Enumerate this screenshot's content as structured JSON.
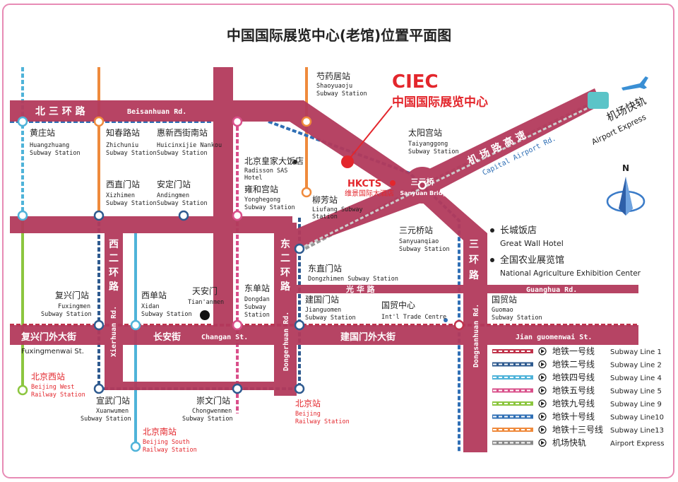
{
  "title": "中国国际展览中心(老馆)位置平面图",
  "ciec": {
    "abbr": "CIEC",
    "name": "中国国际展览中心"
  },
  "hkcts": {
    "abbr": "HKCTS",
    "name": "维景国际大酒店"
  },
  "roads": {
    "north_3rd_cn": "北 三 环 路",
    "north_3rd_en": "Beisanhuan Rd.",
    "west_2nd_cn": [
      "西",
      "二",
      "环",
      "路"
    ],
    "west_2nd_en": "Xierhuan Rd.",
    "east_2nd_cn": [
      "东",
      "二",
      "环",
      "路"
    ],
    "east_2nd_en": "Dongerhuan Rd.",
    "east_3rd_cn": [
      "三",
      "环",
      "路"
    ],
    "east_3rd_en": "Dongsanhuan Rd.",
    "airport_expwy_cn": "机 场 路 高 速",
    "airport_expwy_en": "Capital Airport Rd.",
    "guanghua_cn": "光 华 路",
    "guanghua_en": "Guanghua Rd.",
    "changan_cn": "长安街",
    "changan_en": "Changan St.",
    "fuxingmenwai_cn": "复兴门外大街",
    "fuxingmenwai_en": "Fuxingmenwai St.",
    "jianguomenwai_cn": "建国门外大街",
    "jianguomenwai_en": "Jian guomenwai St.",
    "sanyuan_bridge_cn": "三元桥",
    "sanyuan_bridge_en": "Sanyuan Bridge",
    "airport_express_cn": "机场快轨",
    "airport_express_en": "Airport Express"
  },
  "stations": [
    {
      "cn": "芍药居站",
      "en1": "Shaoyuaoju",
      "en2": "Subway Station"
    },
    {
      "cn": "黄庄站",
      "en1": "Huangzhuang",
      "en2": "Subway Station"
    },
    {
      "cn": "知春路站",
      "en1": "Zhichuniu",
      "en2": "Subway Station"
    },
    {
      "cn": "惠新西街南站",
      "en1": "Huicinxijie Nankou",
      "en2": "Subway Station"
    },
    {
      "cn": "太阳宫站",
      "en1": "Taiyanggong",
      "en2": "Subway Station"
    },
    {
      "cn": "北京皇家大饭店",
      "en1": "Radisson SAS",
      "en2": "Hotel"
    },
    {
      "cn": "雍和宫站",
      "en1": "Yonghegong",
      "en2": "Subway Station"
    },
    {
      "cn": "西直门站",
      "en1": "Xizhimen",
      "en2": "Subway Station"
    },
    {
      "cn": "安定门站",
      "en1": "Andingmen",
      "en2": "Subway Station"
    },
    {
      "cn": "柳芳站",
      "en1": "Liufang Subway",
      "en2": "Station"
    },
    {
      "cn": "三元桥站",
      "en1": "Sanyuanqiao",
      "en2": "Subway Station"
    },
    {
      "cn": "东直门站",
      "en1": "Dongzhimen Subway Station",
      "en2": ""
    },
    {
      "cn": "复兴门站",
      "en1": "Fuxingmen",
      "en2": "Subway Station"
    },
    {
      "cn": "西单站",
      "en1": "Xidan",
      "en2": "Subway Station"
    },
    {
      "cn": "天安门",
      "en1": "Tian'anmen",
      "en2": ""
    },
    {
      "cn": "东单站",
      "en1": "Dongdan",
      "en2": "Subway",
      "en3": "Station"
    },
    {
      "cn": "建国门站",
      "en1": "Jianguomen",
      "en2": "Subway Station"
    },
    {
      "cn": "国贸中心",
      "en1": "Int'l Trade Centre",
      "en2": ""
    },
    {
      "cn": "国贸站",
      "en1": "Guomao",
      "en2": "Subway Station"
    },
    {
      "cn": "宣武门站",
      "en1": "Xuanwumen",
      "en2": "Subway Station"
    },
    {
      "cn": "崇文门站",
      "en1": "Chongwenmen",
      "en2": "Subway Station"
    }
  ],
  "railway_stations": [
    {
      "cn": "北京西站",
      "en1": "Beijing West",
      "en2": "Railway Station"
    },
    {
      "cn": "北京南站",
      "en1": "Beijing South",
      "en2": "Railway Station"
    },
    {
      "cn": "北京站",
      "en1": "Beijing",
      "en2": "Railway Station"
    }
  ],
  "landmarks": [
    {
      "cn": "长城饭店",
      "en": "Great Wall Hotel"
    },
    {
      "cn": "全国农业展览馆",
      "en": "National Agriculture Exhibition Center"
    }
  ],
  "compass": "N",
  "legend": [
    {
      "cn": "地铁一号线",
      "en": "Subway Line 1",
      "color": "#c0334b"
    },
    {
      "cn": "地铁二号线",
      "en": "Subway Line 2",
      "color": "#2e5a8f"
    },
    {
      "cn": "地铁四号线",
      "en": "Subway Line 4",
      "color": "#4fb3d9"
    },
    {
      "cn": "地铁五号线",
      "en": "Subway Line 5",
      "color": "#d94f8a"
    },
    {
      "cn": "地铁九号线",
      "en": "Subway Line 9",
      "color": "#8cc63f"
    },
    {
      "cn": "地铁十号线",
      "en": "Subway Line10",
      "color": "#2f6fb5"
    },
    {
      "cn": "地铁十三号线",
      "en": "Subway Line13",
      "color": "#ef8a3c"
    },
    {
      "cn": "机场快轨",
      "en": "Airport Express",
      "color": "#888888"
    }
  ],
  "colors": {
    "road": "#b33a5c",
    "frame": "#e78bb5",
    "accent": "#e3262c"
  }
}
